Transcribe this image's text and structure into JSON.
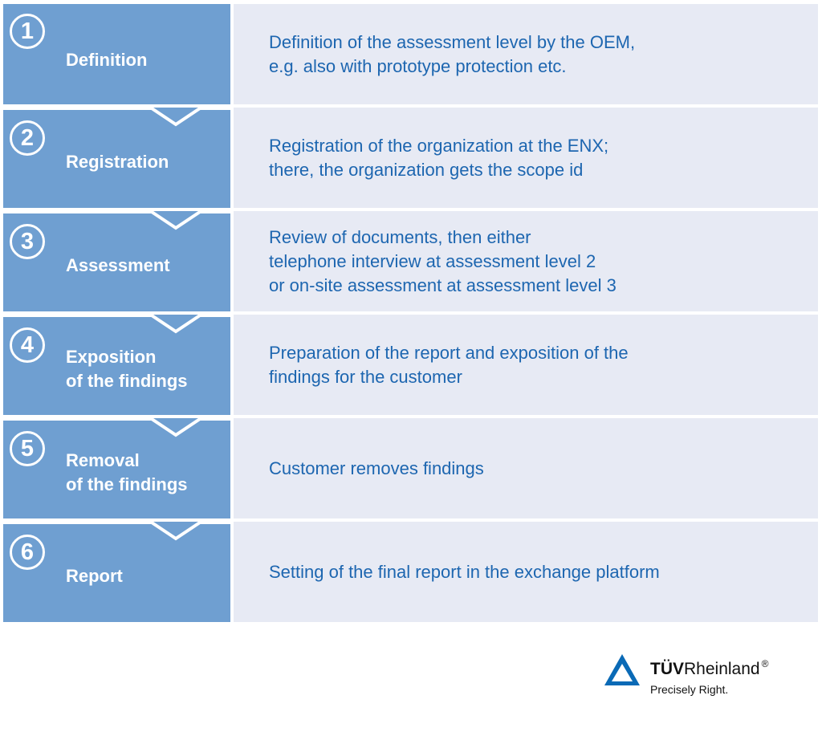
{
  "steps": [
    {
      "number": "1",
      "title": "Definition",
      "description": "Definition of the assessment level by the OEM,\ne.g. also with prototype protection etc."
    },
    {
      "number": "2",
      "title": "Registration",
      "description": "Registration of the organization at the ENX;\nthere, the organization gets the scope id"
    },
    {
      "number": "3",
      "title": "Assessment",
      "description": "Review of documents, then either\ntelephone interview at assessment level 2\nor on-site assessment at assessment level 3"
    },
    {
      "number": "4",
      "title": "Exposition\nof the findings",
      "description": "Preparation of the report and exposition of the\nfindings for the customer"
    },
    {
      "number": "5",
      "title": "Removal\nof the findings",
      "description": "Customer removes findings"
    },
    {
      "number": "6",
      "title": "Report",
      "description": "Setting of the final report in the exchange platform"
    }
  ],
  "brand": {
    "name_bold": "TÜV",
    "name_regular": "Rheinland",
    "registered_mark": "®",
    "slogan": "Precisely Right."
  },
  "colors": {
    "step_left": "#6f9fd1",
    "step_right": "#e7eaf4",
    "description_text": "#1d66b0",
    "logo_blue": "#0a6ab6"
  }
}
